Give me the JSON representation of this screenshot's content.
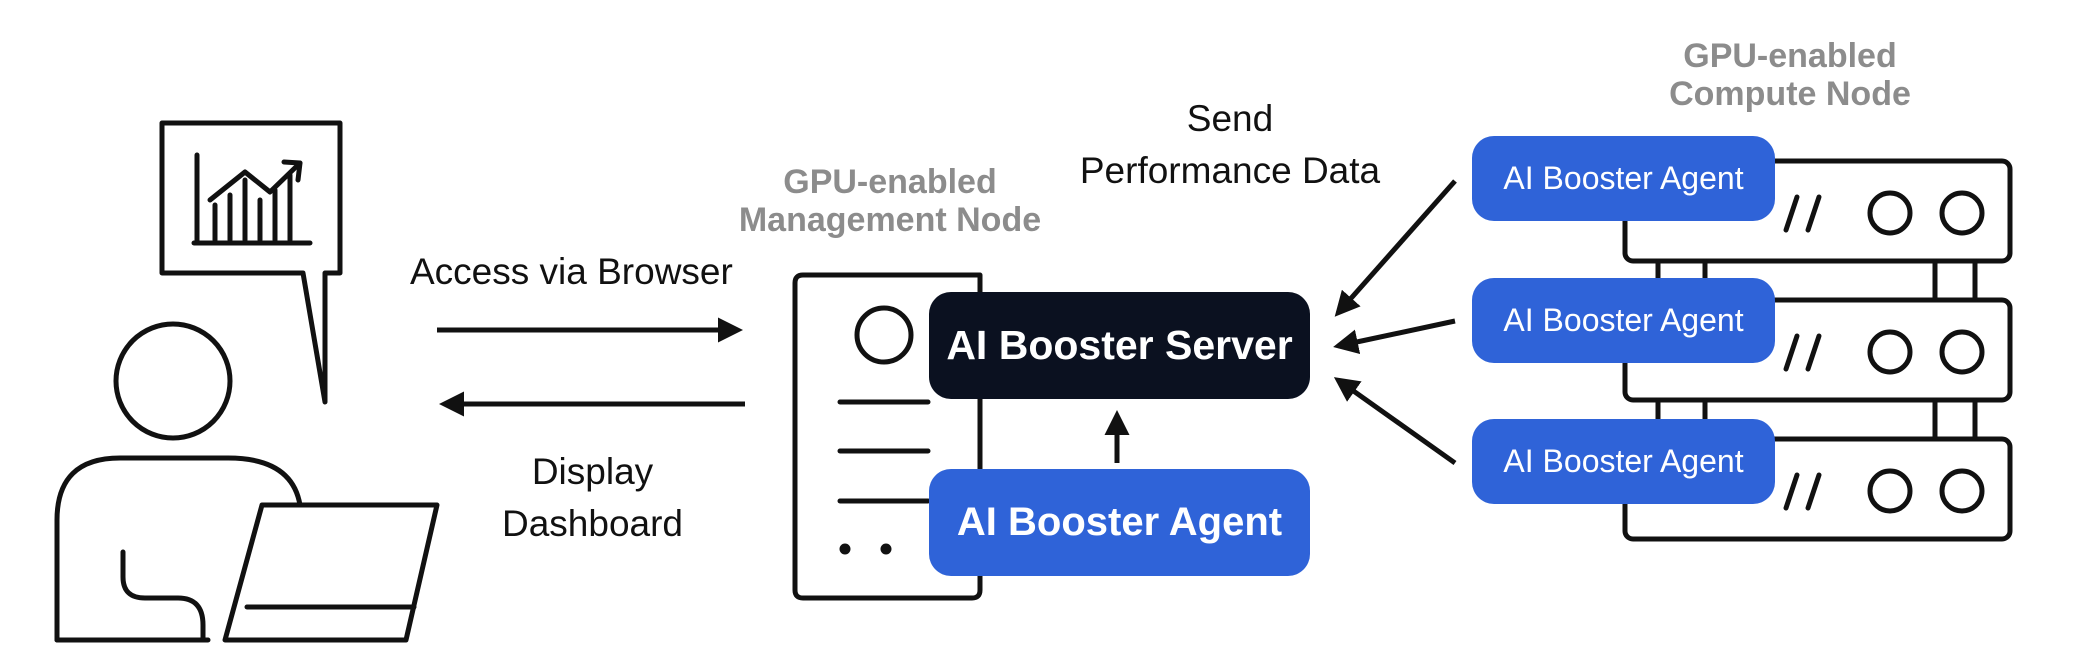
{
  "labels": {
    "access": "Access via Browser",
    "display_line1": "Display",
    "display_line2": "Dashboard",
    "send_line1": "Send",
    "send_line2": "Performance Data",
    "mgmt_line1": "GPU-enabled",
    "mgmt_line2": "Management Node",
    "compute_line1": "GPU-enabled",
    "compute_line2": "Compute Node"
  },
  "management_node": {
    "server_label": "AI Booster Server",
    "agent_label": "AI Booster Agent"
  },
  "compute_agents": [
    {
      "label": "AI Booster Agent"
    },
    {
      "label": "AI Booster Agent"
    },
    {
      "label": "AI Booster Agent"
    }
  ],
  "colors": {
    "agent_blue": "#2f63d8",
    "server_navy": "#0b1120",
    "caption_gray": "#8c8c8c",
    "line": "#111111"
  },
  "icons": [
    "user-at-laptop-icon",
    "speech-bubble-chart-icon",
    "server-document-icon",
    "rack-server-icon"
  ]
}
